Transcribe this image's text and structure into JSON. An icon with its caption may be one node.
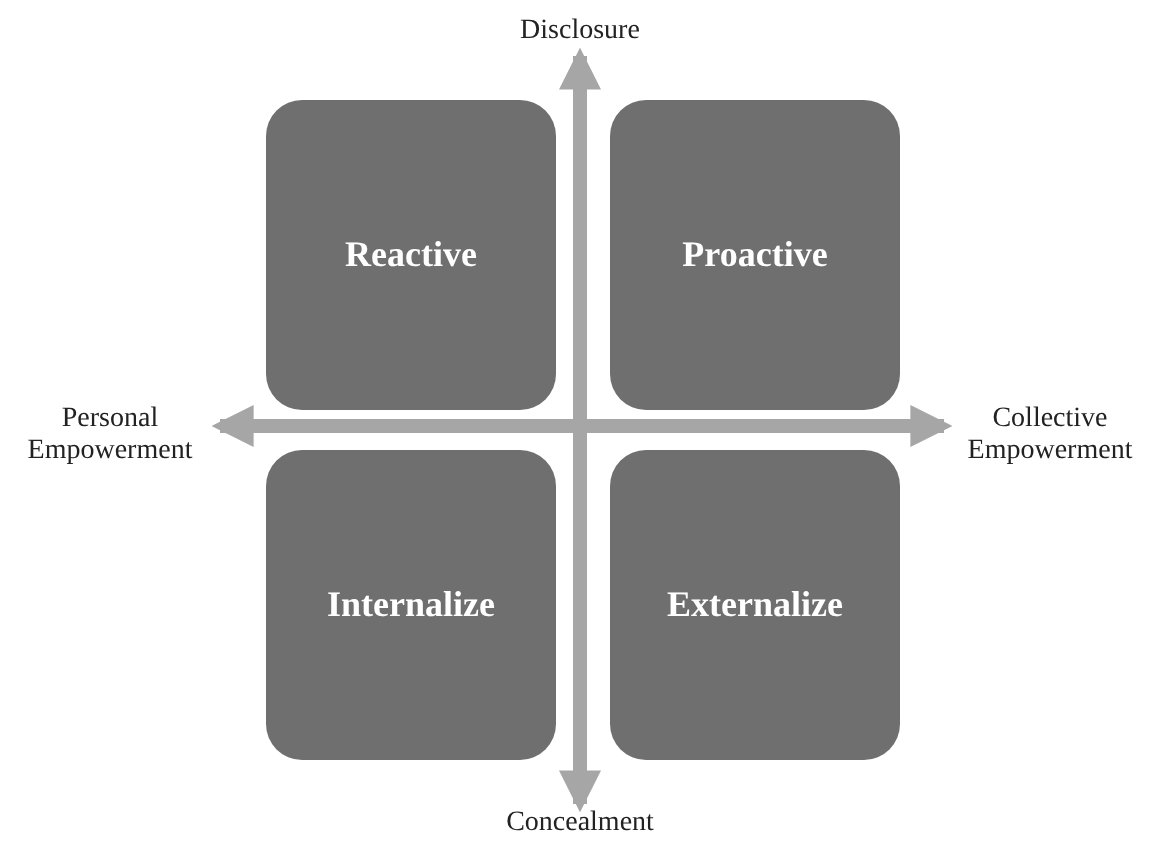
{
  "diagram": {
    "nodes": [
      {
        "text": [
          "Reactive"
        ]
      },
      {
        "text": [
          "Proactive"
        ]
      },
      {
        "text": [
          "Internalize"
        ]
      },
      {
        "text": [
          "Externalize"
        ]
      },
      {
        "text": [
          "Disclosure"
        ]
      },
      {
        "text": [
          "Personal Empowerment"
        ]
      },
      {
        "text": [
          "Collective Empowerment"
        ]
      },
      {
        "text": [
          "Concealment"
        ]
      }
    ],
    "edges": [
      {
        "from": 7,
        "to": 4,
        "arrow": "both"
      },
      {
        "from": 5,
        "to": 6,
        "arrow": "both"
      }
    ]
  }
}
